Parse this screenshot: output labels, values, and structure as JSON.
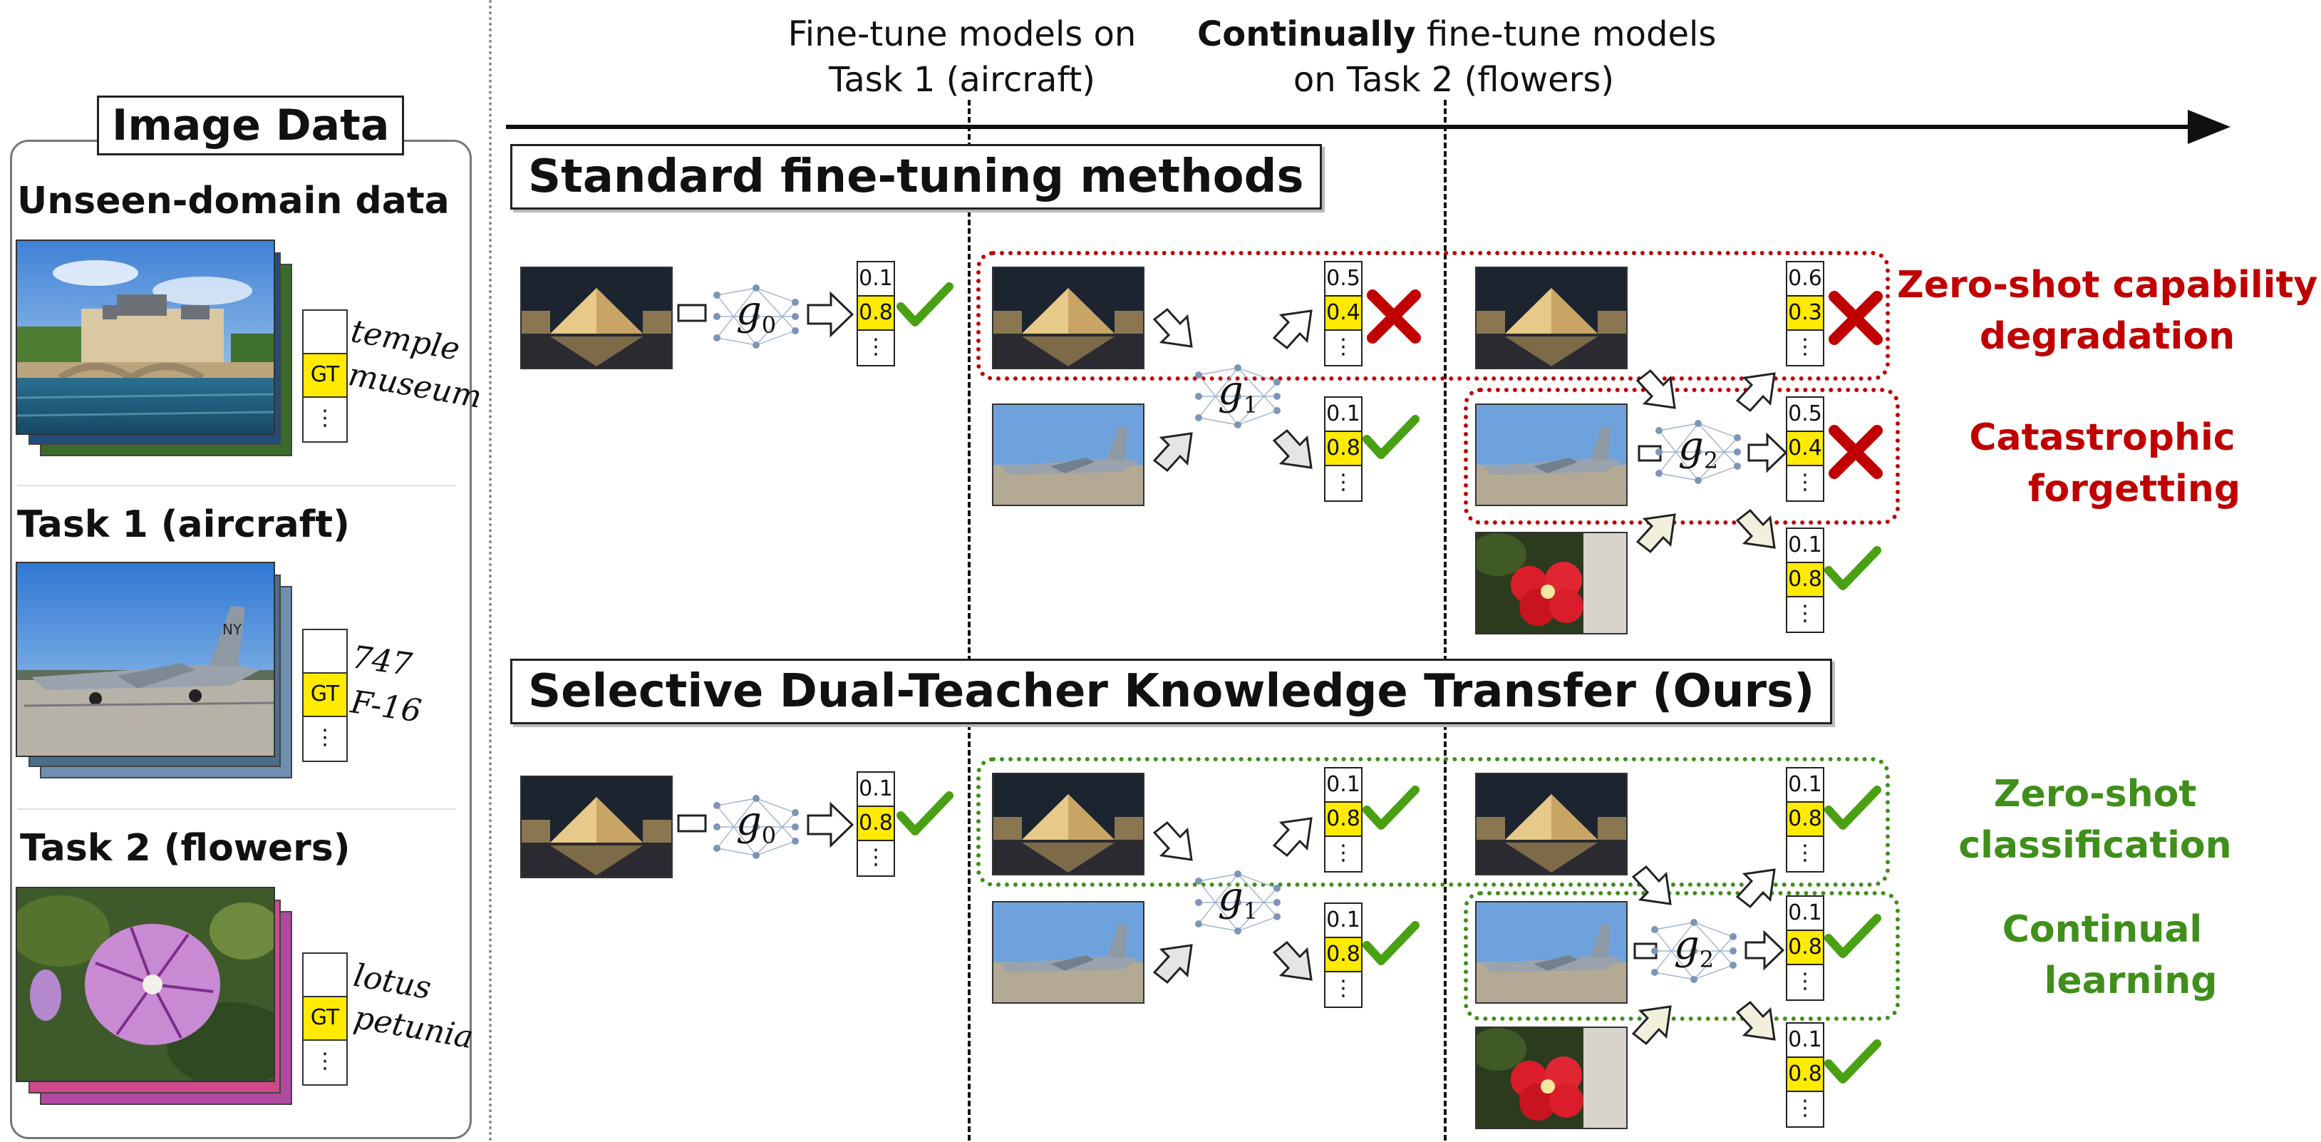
{
  "image_data_panel": {
    "title": "Image Data",
    "sections": [
      {
        "title": "Unseen-domain data",
        "gt_label": "GT",
        "labels": [
          "temple",
          "museum"
        ]
      },
      {
        "title": "Task 1 (aircraft)",
        "gt_label": "GT",
        "labels": [
          "747",
          "F-16"
        ]
      },
      {
        "title": "Task 2 (flowers)",
        "gt_label": "GT",
        "labels": [
          "lotus",
          "petunia"
        ]
      }
    ],
    "dots": "⋮"
  },
  "timeline": {
    "stage1": {
      "line1": "Fine-tune models on",
      "line2": "Task 1 (aircraft)"
    },
    "stage2": {
      "line1_bold": "Continually",
      "line1_rest": " fine-tune models",
      "line2": "on Task 2 (flowers)"
    }
  },
  "standard": {
    "title": "Standard fine-tuning methods",
    "g0_out": [
      "0.1",
      "0.8"
    ],
    "g1_top": [
      "0.5",
      "0.4"
    ],
    "g1_bottom": [
      "0.1",
      "0.8"
    ],
    "g2_top": [
      "0.6",
      "0.3"
    ],
    "g2_mid": [
      "0.5",
      "0.4"
    ],
    "g2_bottom": [
      "0.1",
      "0.8"
    ],
    "annotations": {
      "zero_shot": [
        "Zero-shot capability",
        "degradation"
      ],
      "forgetting": [
        "Catastrophic",
        "forgetting"
      ]
    }
  },
  "ours": {
    "title": "Selective Dual-Teacher Knowledge Transfer (Ours)",
    "g0_out": [
      "0.1",
      "0.8"
    ],
    "g1_top": [
      "0.1",
      "0.8"
    ],
    "g1_bottom": [
      "0.1",
      "0.8"
    ],
    "g2_top": [
      "0.1",
      "0.8"
    ],
    "g2_mid": [
      "0.1",
      "0.8"
    ],
    "g2_bottom": [
      "0.1",
      "0.8"
    ],
    "annotations": {
      "zero_shot": [
        "Zero-shot",
        "classification"
      ],
      "continual": [
        "Continual",
        "learning"
      ]
    }
  },
  "models": {
    "g0": "0",
    "g1": "1",
    "g2": "2",
    "g": "g"
  },
  "colors": {
    "red": "#c00000",
    "green": "#3f8f1a",
    "highlight": "#ffea00"
  }
}
